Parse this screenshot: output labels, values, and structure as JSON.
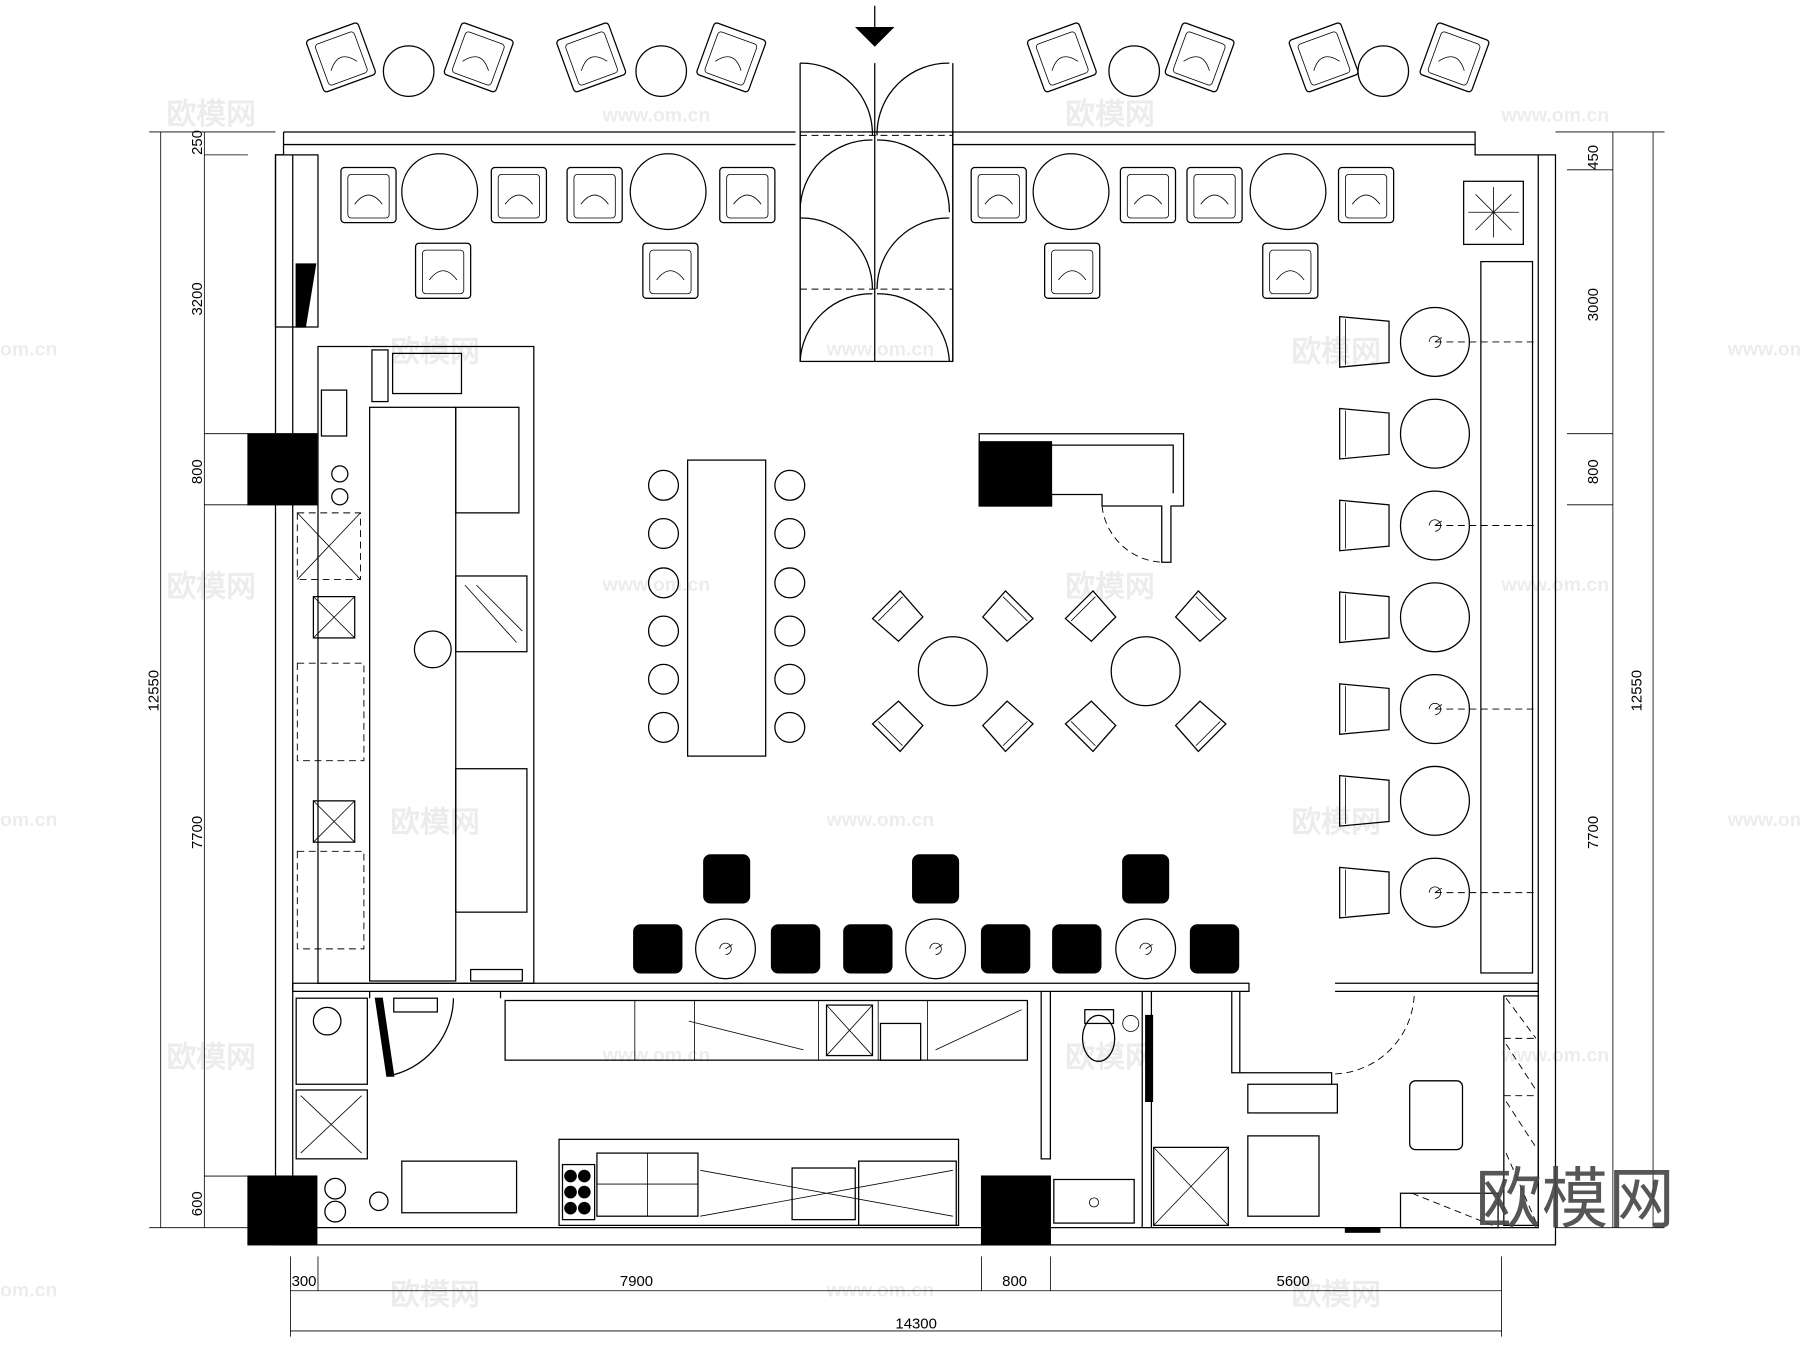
{
  "drawing": {
    "type": "restaurant-floor-plan",
    "left_dimensions": [
      "250",
      "3200",
      "800",
      "7700",
      "600"
    ],
    "left_total": "12550",
    "right_dimensions": [
      "450",
      "3000",
      "800",
      "7700"
    ],
    "right_total": "12550",
    "bottom_dimensions": [
      "300",
      "7900",
      "800",
      "5600"
    ],
    "bottom_total": "14300"
  },
  "watermark": {
    "logo": "欧模网",
    "site": "www.om.cn",
    "site_short": "om.cn"
  }
}
